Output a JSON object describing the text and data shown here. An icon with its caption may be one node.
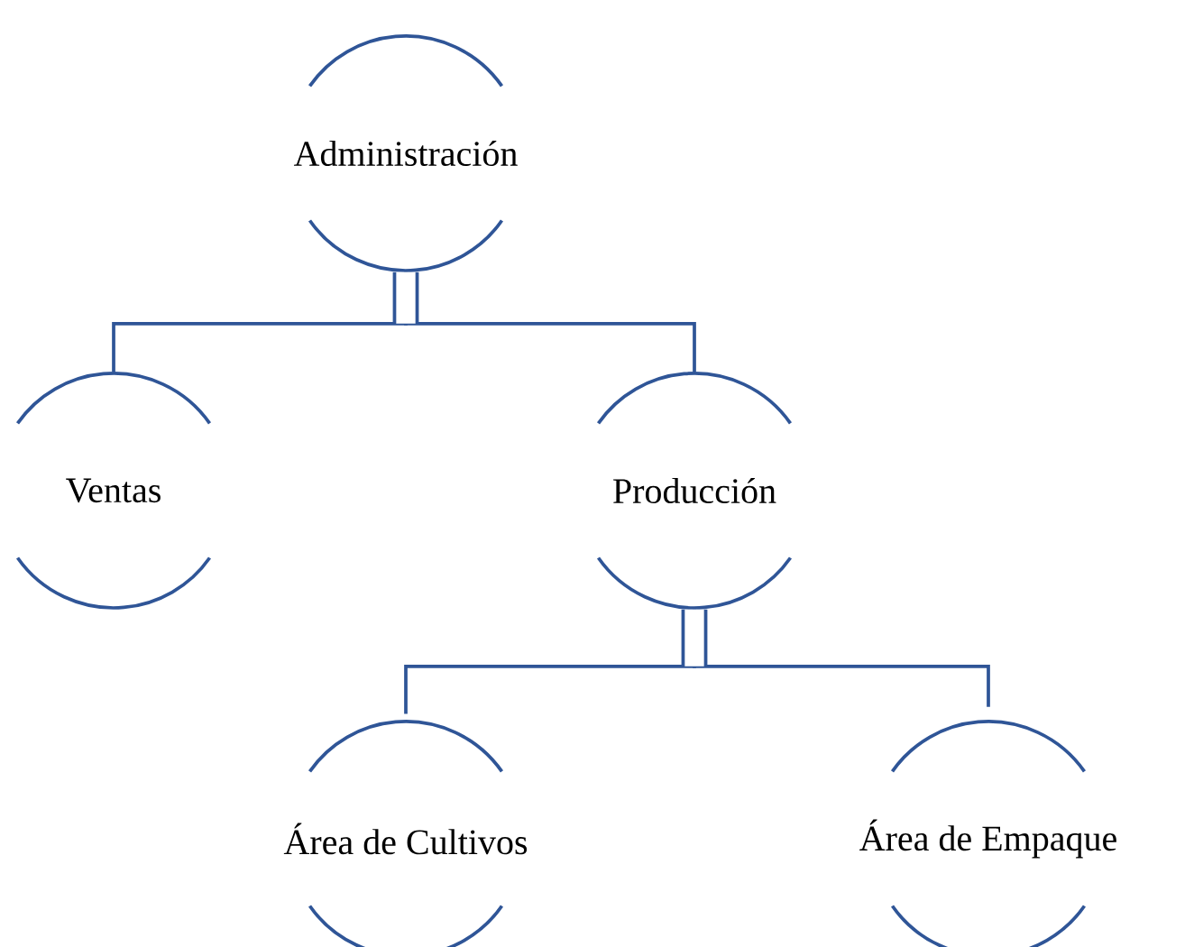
{
  "diagram": {
    "nodes": [
      {
        "text": [
          "Administración"
        ]
      },
      {
        "text": [
          "Ventas"
        ]
      },
      {
        "text": [
          "Producción"
        ]
      },
      {
        "text": [
          "Área de Cultivos"
        ]
      },
      {
        "text": [
          "Área de Empaque"
        ]
      }
    ],
    "edges": [
      {
        "from": 0,
        "to": 1,
        "arrow": "none"
      },
      {
        "from": 0,
        "to": 2,
        "arrow": "none"
      },
      {
        "from": 2,
        "to": 3,
        "arrow": "none"
      },
      {
        "from": 2,
        "to": 4,
        "arrow": "none"
      }
    ]
  }
}
